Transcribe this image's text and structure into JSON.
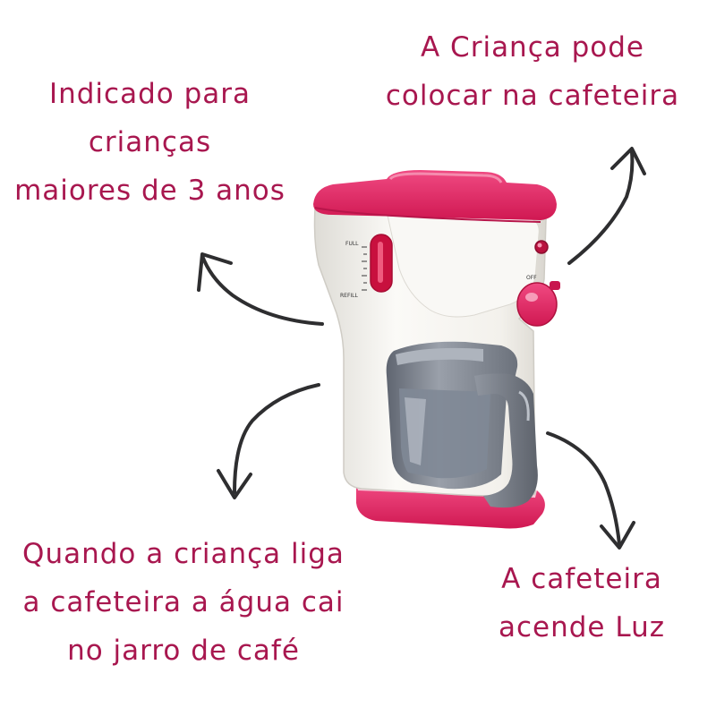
{
  "captions": {
    "age": [
      "Indicado para",
      "crianças",
      "maiores de 3 anos"
    ],
    "child": [
      "A Criança pode",
      "colocar na cafeteira"
    ],
    "water": [
      "Quando a criança liga",
      "a cafeteira a água cai",
      "no jarro de café"
    ],
    "light": [
      "A cafeteira",
      "acende Luz"
    ]
  },
  "gauge": {
    "full": "FULL",
    "refill": "REFILL",
    "off": "OFF"
  },
  "colors": {
    "caption": "#a8174f",
    "body": "#f4f3ef",
    "accent": "#e0205e",
    "jug": "#7f8590",
    "arrow": "#2e2e30"
  }
}
